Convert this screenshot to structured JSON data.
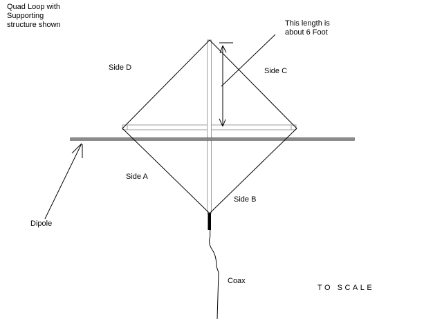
{
  "diagram": {
    "title": "Quad Loop with\nSupporting\nstructure shown",
    "labels": {
      "side_a": "Side A",
      "side_b": "Side B",
      "side_c": "Side C",
      "side_d": "Side D",
      "dipole": "Dipole",
      "coax": "Coax",
      "length_note": "This length is\nabout 6 Foot",
      "scale_note": "TO SCALE"
    },
    "colors": {
      "background": "#ffffff",
      "wire_black": "#000000",
      "dipole_gray": "#8a8a8a",
      "structure_gray": "#9c9c9c",
      "coax_shield_gray": "#b0b0b0"
    }
  }
}
